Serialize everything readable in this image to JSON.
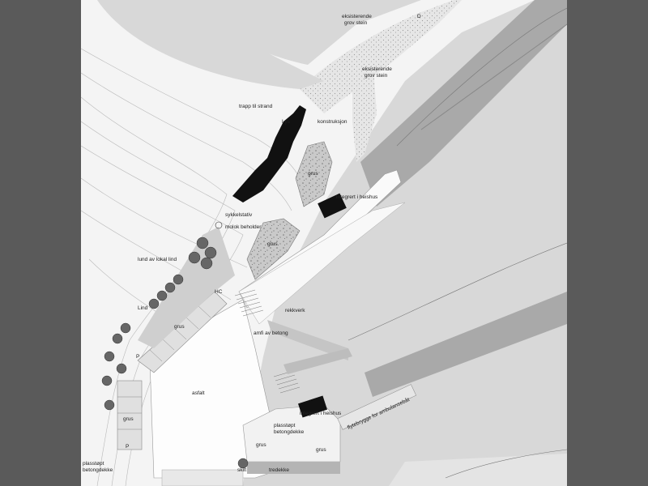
{
  "labels": {
    "eksisterende_1": "eksisterende",
    "grov_stein_1": "grov stein",
    "eksisterende_2": "eksisterende",
    "grov_stein_2": "grov stein",
    "trapp": "trapp til strand",
    "lys": "Lys",
    "konstruksjon": "konstruksjon",
    "grus_upper": "grus",
    "integrert_1": "integrert i heishus",
    "sykkelstativ": "sykkelstativ",
    "molok": "molok beholder",
    "grus_mid": "grus",
    "lund": "lund av lokal lind",
    "lind": "Lind",
    "hc": "HC",
    "grus_parking": "grus",
    "rekkverk": "rekkverk",
    "amfi": "amfi av betong",
    "p1": "P",
    "p2": "P",
    "asfalt": "asfalt",
    "integrert_2": "integrert i heishus",
    "flytebrygge": "flytebrygge for ambulansebåt",
    "grus_lower": "grus",
    "plasstopt_1": "plasstøpt",
    "betongdekke_1": "betongdekke",
    "grus_bl": "grus",
    "grus_br": "grus",
    "plasstopt_2": "plasstøpt",
    "betongdekke_2": "betongdekke",
    "skilt": "skilt",
    "tredekke": "tredekke",
    "d_mark": "D"
  },
  "colors": {
    "background": "#5a5a5a",
    "water": "#d8d8d8",
    "land": "#f2f2f2",
    "pier": "#aaaaaa",
    "structure": "#111111"
  }
}
